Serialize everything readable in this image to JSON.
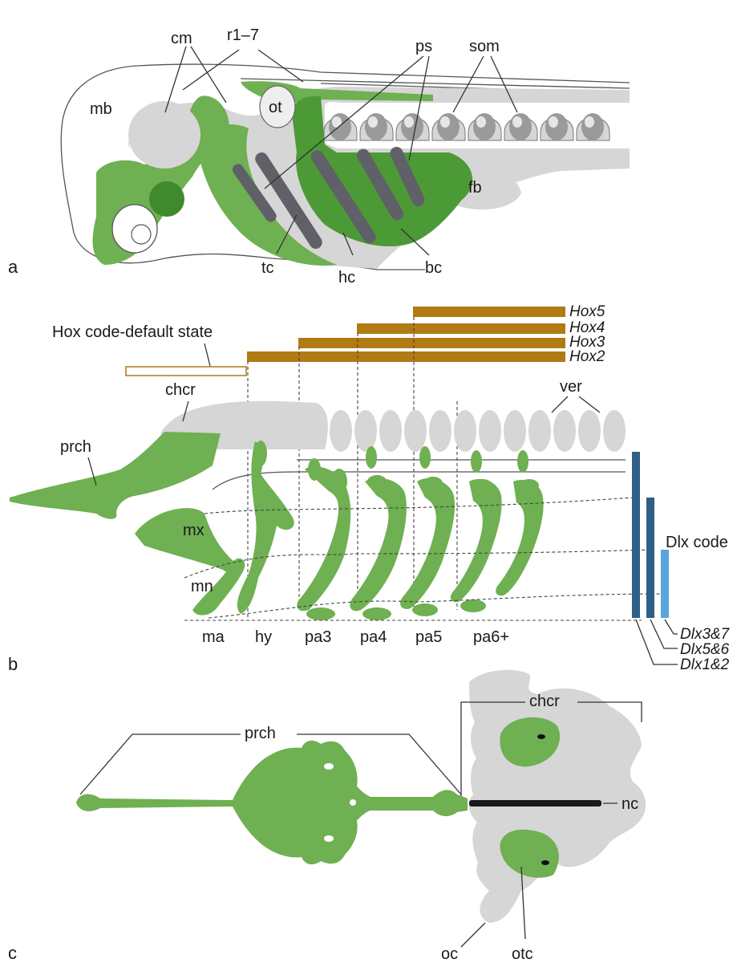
{
  "panels": {
    "a": {
      "letter": "a",
      "labels": {
        "r1_7": "r1–7",
        "cm": "cm",
        "ps": "ps",
        "som": "som",
        "mb": "mb",
        "ot": "ot",
        "fb": "fb",
        "tc": "tc",
        "hc": "hc",
        "bc": "bc"
      }
    },
    "b": {
      "letter": "b",
      "hox_default": "Hox code-default state",
      "hox_genes": [
        "Hox5",
        "Hox4",
        "Hox3",
        "Hox2"
      ],
      "labels": {
        "chcr": "chcr",
        "prch": "prch",
        "ver": "ver",
        "mx": "mx",
        "mn": "mn"
      },
      "arches": [
        "ma",
        "hy",
        "pa3",
        "pa4",
        "pa5",
        "pa6+"
      ],
      "dlx_title": "Dlx code",
      "dlx_genes": [
        "Dlx3&7",
        "Dlx5&6",
        "Dlx1&2"
      ],
      "colors": {
        "hox_bar": "#b07a14",
        "hox_default_bar": "#ffffff",
        "dlx_dark": "#2f5f86",
        "dlx_light": "#5aa6dc"
      }
    },
    "c": {
      "letter": "c",
      "labels": {
        "chcr": "chcr",
        "prch": "prch",
        "nc": "nc",
        "oc": "oc",
        "otc": "otc"
      }
    }
  },
  "colors": {
    "cartilage_green": "#6fb052",
    "dark_green": "#4c9a35",
    "gray_tissue": "#d6d6d6",
    "pouch_gray": "#606068"
  }
}
